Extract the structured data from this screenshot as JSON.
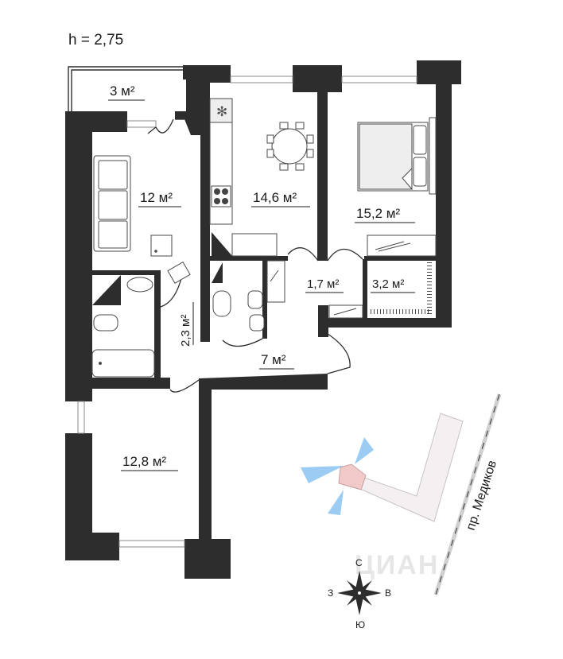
{
  "ceiling_height": "h = 2,75",
  "rooms": {
    "balcony": "3 м²",
    "living": "12 м²",
    "kitchen": "14,6 м²",
    "bedroom": "15,2 м²",
    "hall_small": "1,7 м²",
    "wardrobe": "3,2 м²",
    "corridor_left": "2,3 м²",
    "corridor": "7 м²",
    "bedroom_south": "12,8 м²"
  },
  "street": "пр. Медиков",
  "compass": {
    "north": "С",
    "east": "В",
    "south": "Ю",
    "west": "З"
  },
  "watermark": "ЦИАН",
  "colors": {
    "wall": "#2d2d2d",
    "view_highlight": "#f2c9c9",
    "view_rays": "#4aa3ea",
    "building": "#f4eff0"
  },
  "icons": [
    "snowflake-icon",
    "compass-rose-icon"
  ]
}
